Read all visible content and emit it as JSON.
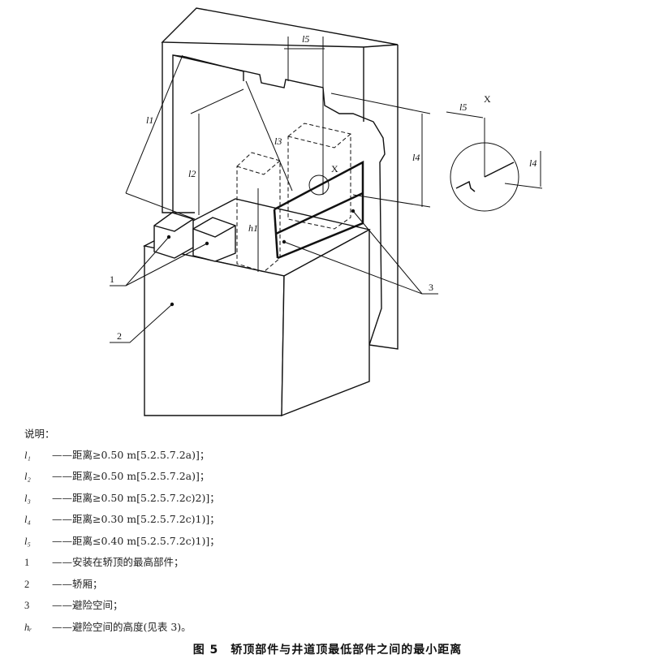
{
  "diagram": {
    "labels": {
      "l1": "l1",
      "l2": "l2",
      "l3": "l3",
      "l4": "l4",
      "l5": "l5",
      "h1": "h1",
      "x": "X",
      "c1": "1",
      "c2": "2",
      "c3": "3"
    },
    "detail": {
      "x": "X",
      "l5": "l5",
      "l4": "l4"
    }
  },
  "legend": {
    "title": "说明：",
    "items": [
      {
        "sym": "l₁",
        "text": "——距离≥0.50 m[5.2.5.7.2a)]；"
      },
      {
        "sym": "l₂",
        "text": "——距离≥0.50 m[5.2.5.7.2a)]；"
      },
      {
        "sym": "l₃",
        "text": "——距离≥0.50 m[5.2.5.7.2c)2)]；"
      },
      {
        "sym": "l₄",
        "text": "——距离≥0.30 m[5.2.5.7.2c)1)]；"
      },
      {
        "sym": "l₅",
        "text": "——距离≤0.40 m[5.2.5.7.2c)1)]；"
      },
      {
        "sym": "1",
        "text": "——安装在轿顶的最高部件；"
      },
      {
        "sym": "2",
        "text": "——轿厢；"
      },
      {
        "sym": "3",
        "text": "——避险空间；"
      },
      {
        "sym": "hᵣ",
        "text": "——避险空间的高度(见表 3)。"
      }
    ]
  },
  "caption": "图 5　轿顶部件与井道顶最低部件之间的最小距离"
}
